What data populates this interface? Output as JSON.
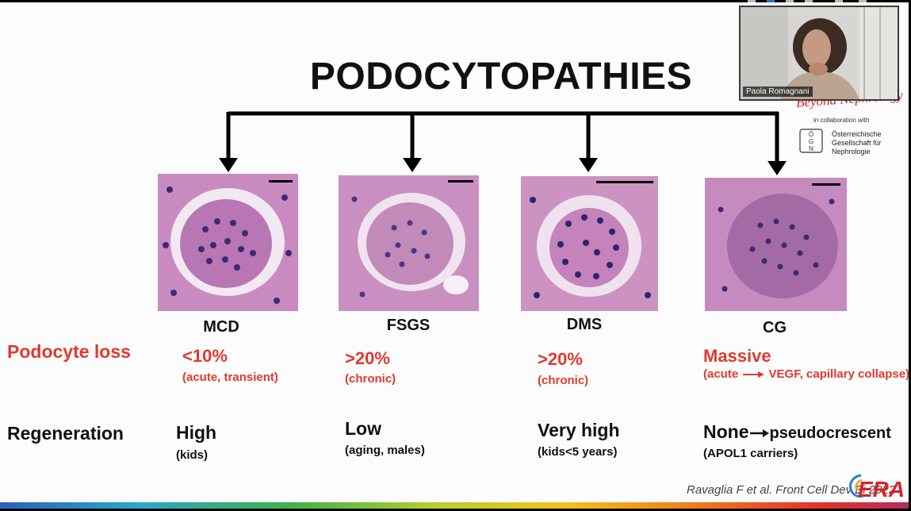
{
  "slide": {
    "title": "PODOCYTOPATHIES",
    "diseases": [
      {
        "id": "mcd",
        "label": "MCD",
        "loss_main": "<10%",
        "loss_sub": "(acute, transient)",
        "regen_main": "High",
        "regen_sub": "(kids)"
      },
      {
        "id": "fsgs",
        "label": "FSGS",
        "loss_main": ">20%",
        "loss_sub": "(chronic)",
        "regen_main": "Low",
        "regen_sub": "(aging, males)"
      },
      {
        "id": "dms",
        "label": "DMS",
        "loss_main": ">20%",
        "loss_sub": "(chronic)",
        "regen_main": "Very high",
        "regen_sub": "(kids<5 years)"
      },
      {
        "id": "cg",
        "label": "CG",
        "loss_main": "Massive",
        "loss_sub_a": "(acute",
        "loss_sub_b": "VEGF, capillary collapse)",
        "regen_main_a": "None",
        "regen_main_b": "pseudocrescent",
        "regen_sub": "(APOL1 carriers)"
      }
    ],
    "row_labels": {
      "loss": "Podocyte loss",
      "regeneration": "Regeneration"
    },
    "citation": "Ravaglia F et al. Front Cell Dev Bi  2022",
    "logo_text": "ERA"
  },
  "partner": {
    "script": "Beyond Nephrology",
    "collab": "in collaboration with",
    "org_lines": [
      "Österreichische",
      "Gesellschaft für",
      "Nephrologie"
    ],
    "logo_letters": [
      "Ö",
      "G",
      "N"
    ]
  },
  "video": {
    "participant_name": "Paola Romagnani"
  },
  "colors": {
    "accent_red": "#e03a2f",
    "tissue_pink": "#d79ac9",
    "nuclei": "#3c2a78"
  }
}
